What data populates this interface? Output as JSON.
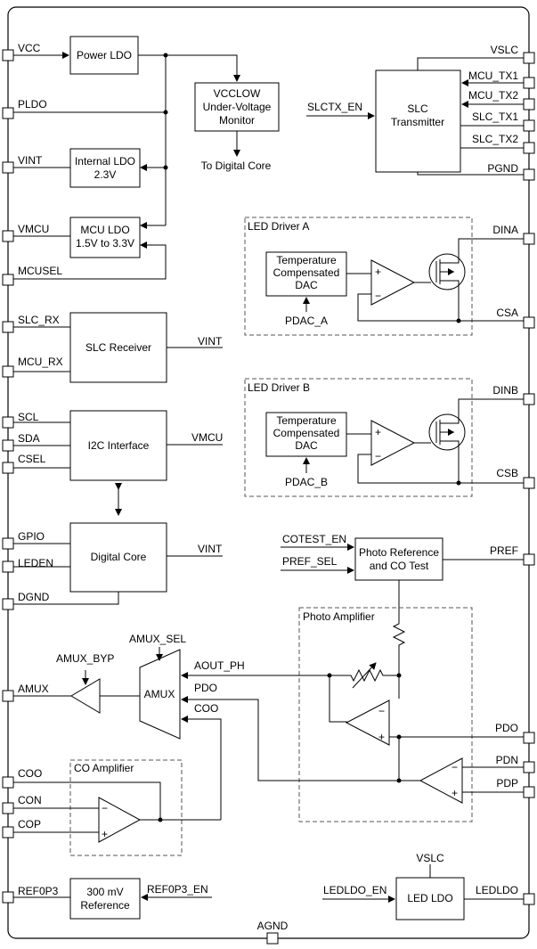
{
  "pins_left": {
    "vcc": "VCC",
    "pldo": "PLDO",
    "vint": "VINT",
    "vmcu": "VMCU",
    "mcusel": "MCUSEL",
    "slc_rx": "SLC_RX",
    "mcu_rx": "MCU_RX",
    "scl": "SCL",
    "sda": "SDA",
    "csel": "CSEL",
    "gpio": "GPIO",
    "leden": "LEDEN",
    "dgnd": "DGND",
    "amux": "AMUX",
    "coo": "COO",
    "con": "CON",
    "cop": "COP",
    "ref0p3": "REF0P3"
  },
  "pins_right": {
    "vslc": "VSLC",
    "mcu_tx1": "MCU_TX1",
    "mcu_tx2": "MCU_TX2",
    "slc_tx1": "SLC_TX1",
    "slc_tx2": "SLC_TX2",
    "pgnd": "PGND",
    "dina": "DINA",
    "csa": "CSA",
    "dinb": "DINB",
    "csb": "CSB",
    "pref": "PREF",
    "pdo": "PDO",
    "pdn": "PDN",
    "pdp": "PDP",
    "ledldo": "LEDLDO"
  },
  "pins_bottom": {
    "agnd": "AGND"
  },
  "blocks": {
    "power_ldo": "Power LDO",
    "vcclow_1": "VCCLOW",
    "vcclow_2": "Under-Voltage",
    "vcclow_3": "Monitor",
    "internal_ldo_1": "Internal LDO",
    "internal_ldo_2": "2.3V",
    "mcu_ldo_1": "MCU LDO",
    "mcu_ldo_2": "1.5V to 3.3V",
    "slc_tx_1": "SLC",
    "slc_tx_2": "Transmitter",
    "slc_receiver": "SLC Receiver",
    "i2c": "I2C Interface",
    "digital_core": "Digital Core",
    "dac_1": "Temperature",
    "dac_2": "Compensated",
    "dac_3": "DAC",
    "photo_ref_1": "Photo Reference",
    "photo_ref_2": "and CO Test",
    "amux": "AMUX",
    "ref_1": "300 mV",
    "ref_2": "Reference",
    "led_ldo": "LED LDO"
  },
  "groups": {
    "led_driver_a": "LED Driver A",
    "led_driver_b": "LED Driver B",
    "photo_amp": "Photo Amplifier",
    "co_amp": "CO Amplifier"
  },
  "signals": {
    "to_digital_core": "To Digital Core",
    "slctx_en": "SLCTX_EN",
    "vint_rx": "VINT",
    "vmcu_i2c": "VMCU",
    "vint_core": "VINT",
    "pdac_a": "PDAC_A",
    "pdac_b": "PDAC_B",
    "cotest_en": "COTEST_EN",
    "pref_sel": "PREF_SEL",
    "amux_sel": "AMUX_SEL",
    "amux_byp": "AMUX_BYP",
    "aout_ph": "AOUT_PH",
    "pdo_sig": "PDO",
    "coo_sig": "COO",
    "ref0p3_en": "REF0P3_EN",
    "ledldo_en": "LEDLDO_EN",
    "vslc_top": "VSLC"
  }
}
